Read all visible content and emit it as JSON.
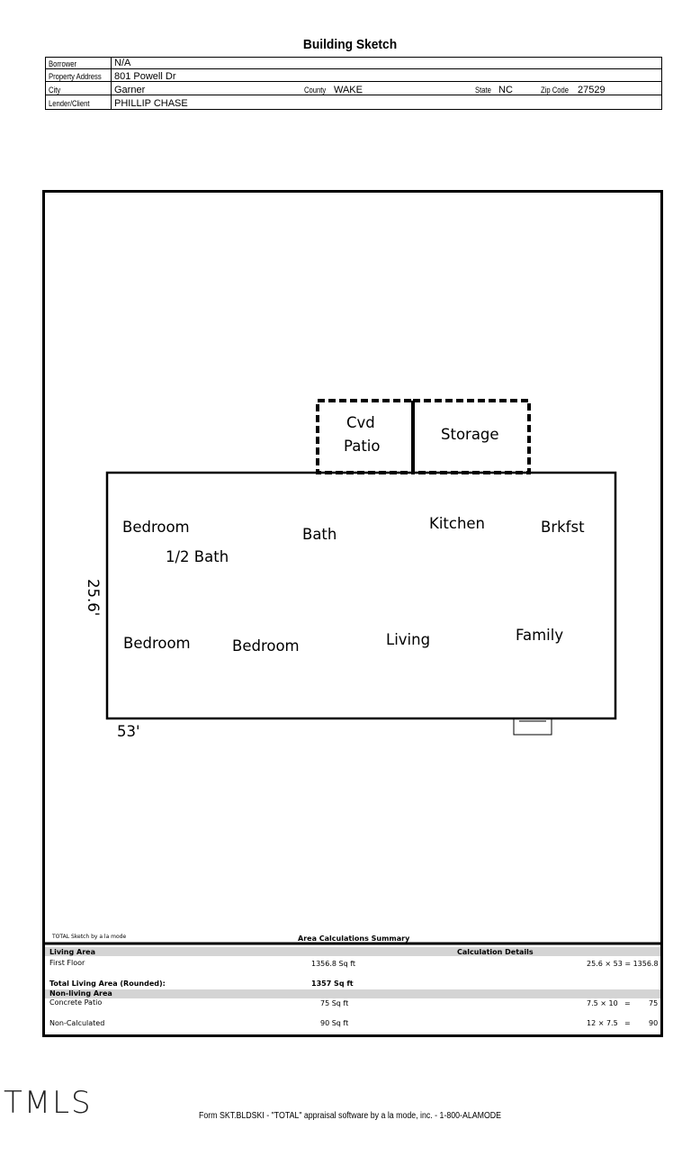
{
  "title": "Building Sketch",
  "header": {
    "borrower_label": "Borrower",
    "borrower": "N/A",
    "address_label": "Property Address",
    "address": "801 Powell Dr",
    "city_label": "City",
    "city": "Garner",
    "county_label": "County",
    "county": "WAKE",
    "state_label": "State",
    "state": "NC",
    "zip_label": "Zip Code",
    "zip": "27529",
    "lender_label": "Lender/Client",
    "lender": "PHILLIP CHASE"
  },
  "sketch": {
    "rooms": {
      "cvd": "Cvd",
      "patio": "Patio",
      "storage": "Storage",
      "bedroom1": "Bedroom",
      "half_bath": "1/2 Bath",
      "bath": "Bath",
      "kitchen": "Kitchen",
      "brkfst": "Brkfst",
      "bedroom2": "Bedroom",
      "bedroom3": "Bedroom",
      "living": "Living",
      "family": "Family"
    },
    "dim_side": "25.6'",
    "dim_bottom": "53'"
  },
  "area": {
    "credit": "TOTAL Sketch by a la mode",
    "summary_title": "Area Calculations Summary",
    "living_area_label": "Living Area",
    "calc_details_label": "Calculation Details",
    "first_floor_label": "First Floor",
    "first_floor_value": "1356.8 Sq ft",
    "first_floor_calc": "25.6 × 53 = 1356.8",
    "total_label": "Total Living Area (Rounded):",
    "total_value": "1357 Sq ft",
    "nonliving_label": "Non-living Area",
    "patio_label": "Concrete Patio",
    "patio_value": "75 Sq ft",
    "patio_calc_a": "7.5 × 10",
    "patio_calc_eq": "=",
    "patio_calc_b": "75",
    "noncalc_label": "Non-Calculated",
    "noncalc_value": "90 Sq ft",
    "noncalc_calc_a": "12 × 7.5",
    "noncalc_calc_eq": "=",
    "noncalc_calc_b": "90"
  },
  "footer": "Form SKT.BLDSKI - \"TOTAL\" appraisal software by a la mode, inc. - 1-800-ALAMODE",
  "watermark": "TMLS"
}
